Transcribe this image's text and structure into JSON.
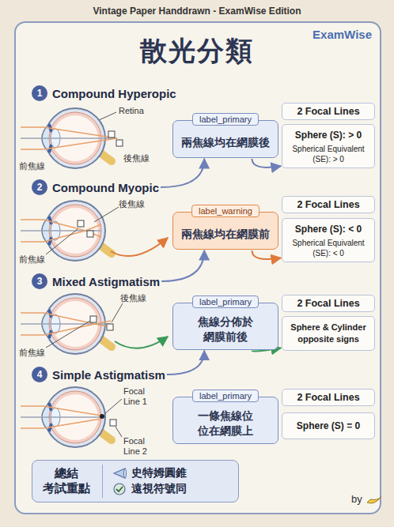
{
  "diagram": {
    "title": "散光分類",
    "nodes": [
      {
        "text": [
          "1",
          "Compound Hyperopic"
        ]
      },
      {
        "text": [
          "label_primary",
          "兩焦線均在網膜後"
        ]
      },
      {
        "text": [
          "2 Focal Lines"
        ]
      },
      {
        "text": [
          "Sphere (S): > 0",
          "Spherical Equivalent (SE): > 0"
        ]
      },
      {
        "text": [
          "2",
          "Compound Myopic"
        ]
      },
      {
        "text": [
          "label_warning",
          "兩焦線均在網膜前"
        ]
      },
      {
        "text": [
          "2 Focal Lines"
        ]
      },
      {
        "text": [
          "Sphere (S): < 0",
          "Spherical Equivalent (SE): < 0"
        ]
      },
      {
        "text": [
          "3",
          "Mixed Astigmatism"
        ]
      },
      {
        "text": [
          "label_primary",
          "焦線分佈於 網膜前後"
        ]
      },
      {
        "text": [
          "2 Focal Lines"
        ]
      },
      {
        "text": [
          "Sphere & Cylinder opposite signs"
        ]
      },
      {
        "text": [
          "4",
          "Simple Astigmatism"
        ]
      },
      {
        "text": [
          "label_primary",
          "一條焦線位 位在網膜上"
        ]
      },
      {
        "text": [
          "2 Focal Lines"
        ]
      },
      {
        "text": [
          "Sphere (S) = 0"
        ]
      },
      {
        "text": [
          "總結 考試重點",
          "史特姆圓錐",
          "遠視符號同"
        ]
      }
    ],
    "edges": [
      {
        "from": 4,
        "to": 1,
        "arrow": "to"
      },
      {
        "from": 1,
        "to": 3,
        "arrow": "to"
      },
      {
        "from": 8,
        "to": 5,
        "arrow": "to"
      },
      {
        "from": 5,
        "to": 7,
        "arrow": "to"
      },
      {
        "from": 12,
        "to": 9,
        "arrow": "to"
      },
      {
        "from": 9,
        "to": 11,
        "arrow": "to"
      }
    ],
    "labels": [
      "Vintage Paper Handdrawn - ExamWise Edition",
      "ExamWise",
      "Retina",
      "後焦線",
      "前焦線",
      "後焦線",
      "前焦線",
      "後焦線",
      "前焦線",
      "Focal Line 1",
      "Focal Line 2",
      "by"
    ]
  }
}
